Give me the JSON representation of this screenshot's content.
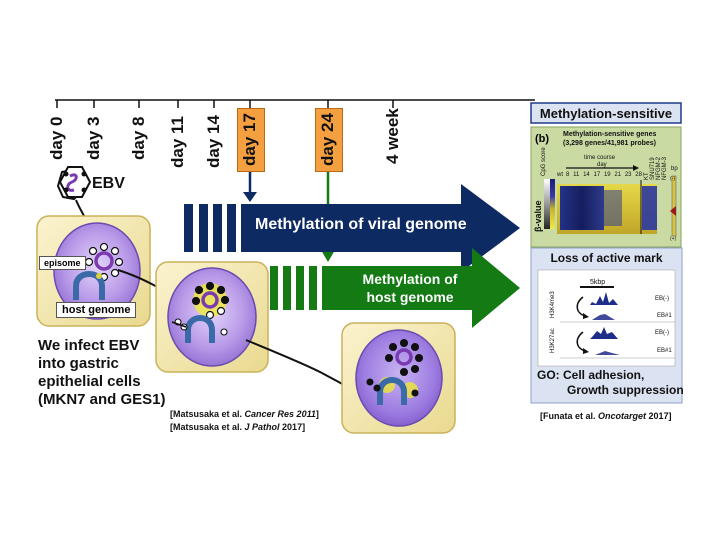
{
  "timeline": {
    "days": [
      "day 0",
      "day 3",
      "day 8",
      "day 11",
      "day 14",
      "day 17",
      "day 24",
      "4 week"
    ]
  },
  "virus_label": "EBV",
  "cell": {
    "episome_label": "episome",
    "host_genome_label": "host genome"
  },
  "intro_text": [
    "We infect EBV",
    "into gastric",
    "epithelial cells",
    "(MKN7 and GES1)"
  ],
  "arrows": {
    "viral": "Methylation of viral genome",
    "host_line1": "Methylation of",
    "host_line2": "host genome"
  },
  "refs": {
    "ref1_prefix": "[Matsusaka et al. ",
    "ref1_journal": "Cancer Res 2011",
    "ref1_suffix": "]",
    "ref2_prefix": "[Matsusaka et al. ",
    "ref2_journal": "J Pathol",
    "ref2_suffix": " 2017]",
    "ref3_prefix": "[Funata et al. ",
    "ref3_journal": "Oncotarget",
    "ref3_suffix": " 2017]"
  },
  "panel_methylation": {
    "title": "Methylation-sensitive",
    "label_b": "(b)",
    "subtitle_line1": "Methylation-sensitive  genes",
    "subtitle_line2": "(3,298 genes/41,981 probes)",
    "cpg_label": "CpG score",
    "wt_label": "wt",
    "time_course": "time course",
    "day_word": "day",
    "day_numbers": [
      "8",
      "11",
      "14",
      "17",
      "19",
      "21",
      "23",
      "28"
    ],
    "cell_lines": [
      "KT",
      "SNU719",
      "NFGM-2",
      "NFGM-3"
    ],
    "bp_label": "bp",
    "beta_label": "β-value",
    "minus_label": "(-)",
    "plus_label": "(+)"
  },
  "panel_active": {
    "title": "Loss of active mark",
    "scale_label": "5kbp",
    "tracks": [
      {
        "mark": "H3K4me3",
        "top": "EB(-)",
        "bottom": "EB#1"
      },
      {
        "mark": "H3K27ac",
        "top": "EB(-)",
        "bottom": "EB#1"
      }
    ],
    "go_line1": "GO: Cell adhesion,",
    "go_line2": "Growth suppression"
  },
  "colors": {
    "navy_arrow": "#0e2a63",
    "green_arrow": "#137a14",
    "orange_box": "#f4a040",
    "cell_purple": "#b99ae8",
    "cell_frame": "#f6e9b0",
    "panel_blue": "#dbe3f2",
    "panel_green": "#c9dba3",
    "panel_border": "#1d3b8c"
  }
}
